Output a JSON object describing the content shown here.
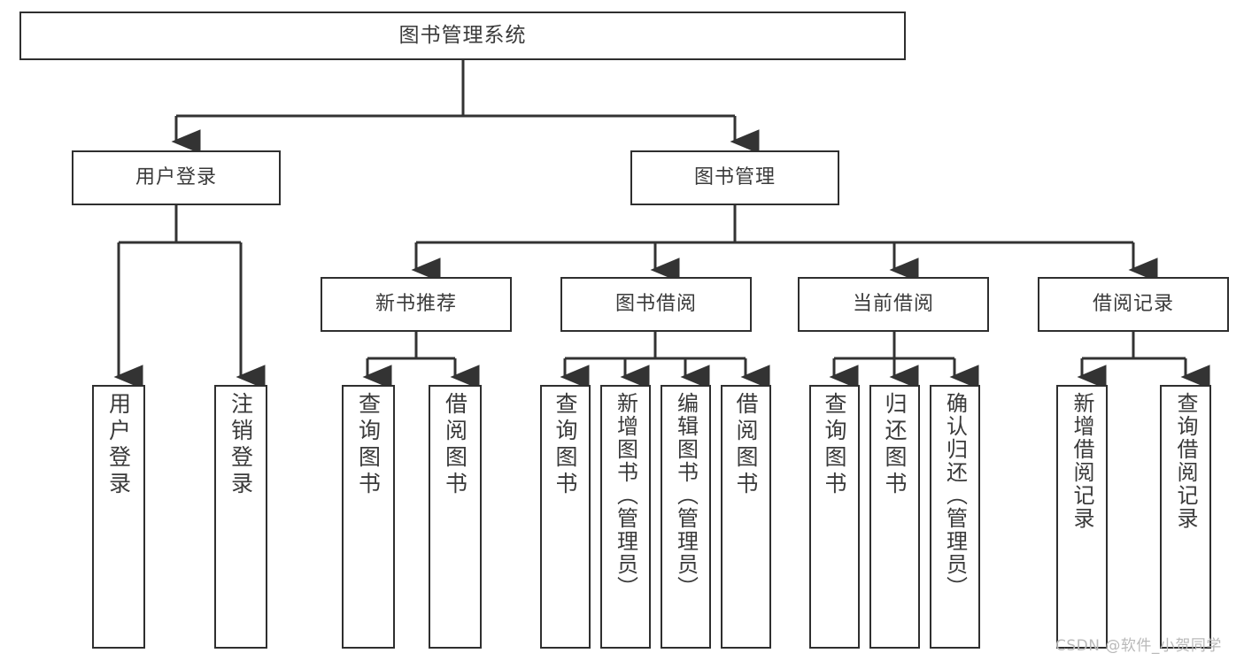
{
  "diagram": {
    "title": "图书管理系统",
    "type": "tree-hierarchy-chart",
    "watermark": "CSDN @软件_小贺同学",
    "colors": {
      "box_border": "#2f2f2f",
      "box_fill": "#ffffff",
      "edge": "#333333",
      "text": "#3a3a3a",
      "watermark": "#b9b9b9",
      "background": "#ffffff"
    },
    "nodes": {
      "root": {
        "label": "图书管理系统"
      },
      "level2": [
        {
          "label": "用户登录"
        },
        {
          "label": "图书管理"
        }
      ],
      "level3": [
        {
          "label": "新书推荐"
        },
        {
          "label": "图书借阅"
        },
        {
          "label": "当前借阅"
        },
        {
          "label": "借阅记录"
        }
      ],
      "leaves": {
        "user_login": [
          {
            "label": "用户登录"
          },
          {
            "label": "注销登录"
          }
        ],
        "new_book_recommend": [
          {
            "label": "查询图书"
          },
          {
            "label": "借阅图书"
          }
        ],
        "book_borrow": [
          {
            "label": "查询图书"
          },
          {
            "label": "新增图书（管理员）"
          },
          {
            "label": "编辑图书（管理员）"
          },
          {
            "label": "借阅图书"
          }
        ],
        "current_borrow": [
          {
            "label": "查询图书"
          },
          {
            "label": "归还图书"
          },
          {
            "label": "确认归还（管理员）"
          }
        ],
        "borrow_record": [
          {
            "label": "新增借阅记录"
          },
          {
            "label": "查询借阅记录"
          }
        ]
      }
    }
  }
}
